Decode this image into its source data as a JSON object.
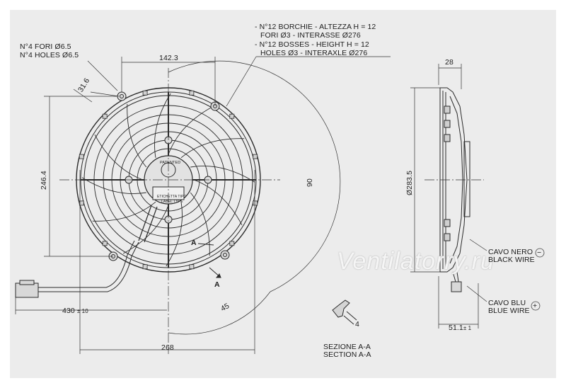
{
  "notes": {
    "holes_it": "N°4 FORI Ø6.5",
    "holes_en": "N°4 HOLES Ø6.5",
    "bosses_it_1": "- N°12 BORCHIE - ALTEZZA H = 12",
    "bosses_it_2": "FORI Ø3 - INTERASSE Ø276",
    "bosses_en_1": "- N°12 BOSSES - HEIGHT H = 12",
    "bosses_en_2": "HOLES Ø3 - INTERAXLE Ø276"
  },
  "dimensions": {
    "top_width": "142.3",
    "hole_offset": "31.6",
    "left_height": "246.4",
    "cable_length": "430",
    "cable_tol": "± 10",
    "bottom_width": "268",
    "angle_90": "90",
    "angle_45": "45",
    "depth": "28",
    "diameter": "Ø283.5",
    "side_depth": "51.1",
    "side_tol": "± 1",
    "section_depth": "4"
  },
  "labels": {
    "section_marker": "A",
    "section_it": "SEZIONE A-A",
    "section_en": "SECTION A-A",
    "wire_black_it": "CAVO NERO",
    "wire_black_en": "BLACK WIRE",
    "wire_blue_it": "CAVO BLU",
    "wire_blue_en": "BLUE WIRE",
    "minus_symbol": "−",
    "plus_symbol": "+",
    "patented": "PATENTED",
    "label_type_1": "ETICHETTA TIPO",
    "label_type_2": "LABEL TYPE",
    "watermark": "Ventilatorry.ru"
  },
  "colors": {
    "line": "#2a2a2a",
    "background": "#ececec",
    "page": "#ffffff"
  }
}
